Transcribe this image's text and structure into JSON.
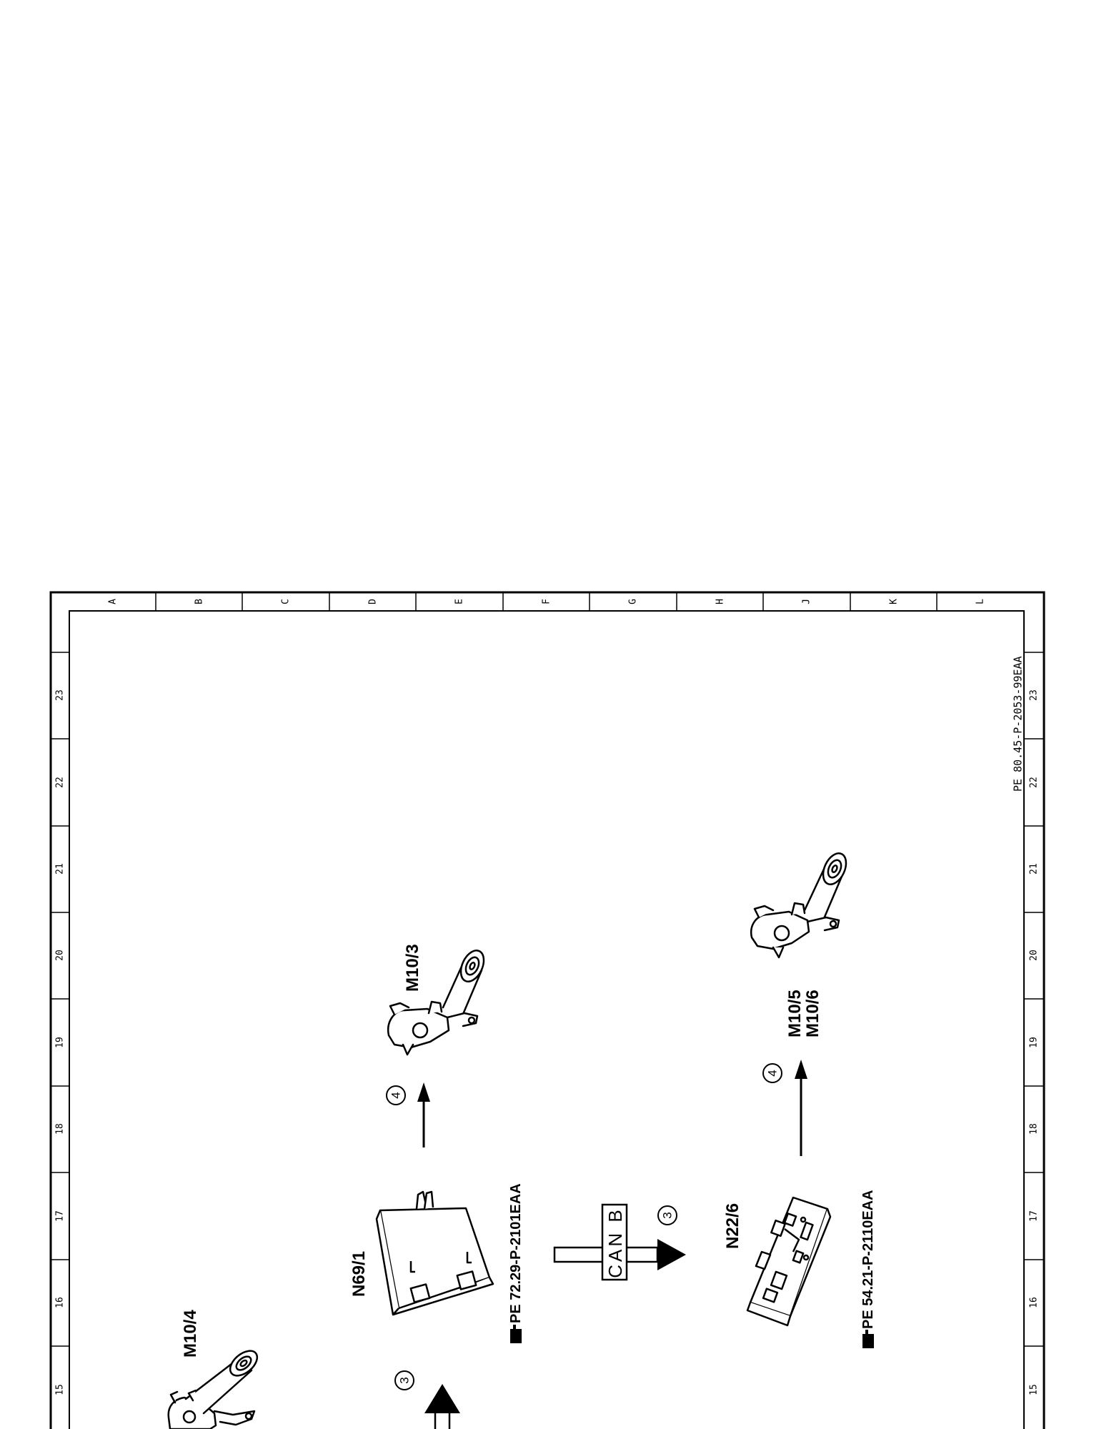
{
  "frame": {
    "column_letters": [
      "A",
      "B",
      "C",
      "D",
      "E",
      "F",
      "G",
      "H",
      "J",
      "K",
      "L"
    ],
    "row_numbers": [
      "23",
      "22",
      "21",
      "20",
      "19",
      "18",
      "17",
      "16",
      "15"
    ],
    "doc_number": "PE 80.45-P-2053-99EAA"
  },
  "components": {
    "m10_4": "M10/4",
    "m10_3": "M10/3",
    "n69_1": "N69/1",
    "n22_6": "N22/6",
    "m10_5": "M10/5",
    "m10_6": "M10/6"
  },
  "references": {
    "n69_1_ref": "PE 72.29-P-2101EAA",
    "n22_6_ref": "PE 54.21-P-2110EAA"
  },
  "bus": {
    "label": "CAN B"
  },
  "markers": {
    "c3_bottom": "3",
    "c3_can": "3",
    "c4_upper": "4",
    "c4_lower": "4"
  }
}
